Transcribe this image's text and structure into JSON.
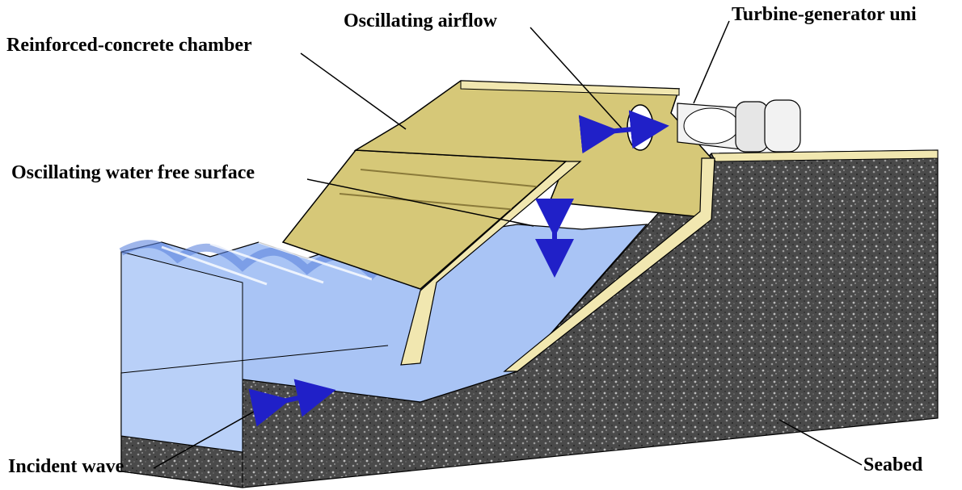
{
  "labels": {
    "turbine": "Turbine-generator uni",
    "airflow": "Oscillating airflow",
    "chamber": "Reinforced-concrete chamber",
    "surface": "Oscillating water free surface",
    "incident": "Incident wave",
    "seabed": "Seabed"
  },
  "colors": {
    "concrete": "#d6c878",
    "concrete_dark": "#b8a85a",
    "concrete_light": "#f1e7b0",
    "water": "#a9c4f5",
    "water_dark": "#5f86de",
    "seabed": "#4d4d4d",
    "arrow": "#2020c8",
    "turbine": "#f2f2f2"
  }
}
